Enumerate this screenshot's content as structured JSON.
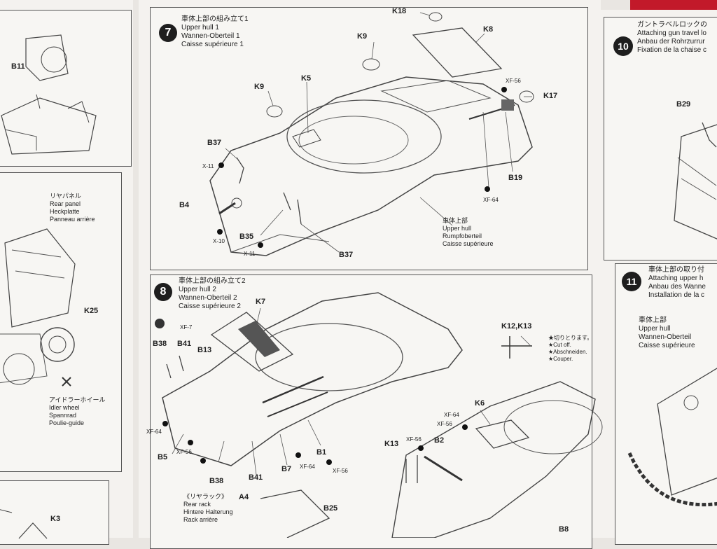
{
  "step7": {
    "number": "7",
    "title_lines": [
      "車体上部の組み立て1",
      "Upper hull 1",
      "Wannen-Oberteil 1",
      "Caisse supérieure 1"
    ],
    "labels": [
      "K18",
      "K8",
      "K9",
      "K9",
      "K5",
      "XF-56",
      "K17",
      "B37",
      "X-11",
      "B4",
      "X-10",
      "B35",
      "X-11",
      "B37",
      "B19",
      "XF-64"
    ],
    "part_caption": [
      "車体上部",
      "Upper hull",
      "Rumpfoberteil",
      "Caisse supérieure"
    ]
  },
  "step8": {
    "number": "8",
    "title_lines": [
      "車体上部の組み立て2",
      "Upper hull 2",
      "Wannen-Oberteil 2",
      "Caisse supérieure 2"
    ],
    "labels": [
      "K7",
      "XF-7",
      "B38",
      "B41",
      "B13",
      "K12,K13",
      "K6",
      "XF-64",
      "XF-56",
      "XF-56",
      "K13",
      "B2",
      "XF-64",
      "B5",
      "XF-56",
      "B38",
      "B41",
      "B7",
      "XF-64",
      "B1",
      "XF-56",
      "A4",
      "B25",
      "B8"
    ],
    "cut_note": [
      "★切りとります。",
      "★Cut off.",
      "★Abschneiden.",
      "★Couper."
    ],
    "rear_rack": [
      "《リヤラック》",
      "Rear rack",
      "Hintere Halterung",
      "Rack arrière"
    ]
  },
  "left_page": {
    "labels": [
      "B11",
      "K25",
      "K3"
    ],
    "rear_panel": [
      "リヤパネル",
      "Rear panel",
      "Heckplatte",
      "Panneau arrière"
    ],
    "idler_wheel": [
      "アイドラーホイール",
      "Idler wheel",
      "Spannrad",
      "Poulie-guide"
    ]
  },
  "step10": {
    "number": "10",
    "title_lines": [
      "ガントラベルロックの",
      "Attaching gun travel lo",
      "Anbau der Rohrzurrur",
      "Fixation de la chaise c"
    ],
    "labels": [
      "B29"
    ]
  },
  "step11": {
    "number": "11",
    "title_lines": [
      "車体上部の取り付",
      "Attaching upper h",
      "Anbau des Wanne",
      "Installation de la c"
    ],
    "part_caption": [
      "車体上部",
      "Upper hull",
      "Wannen-Oberteil",
      "Caisse supérieure"
    ]
  }
}
